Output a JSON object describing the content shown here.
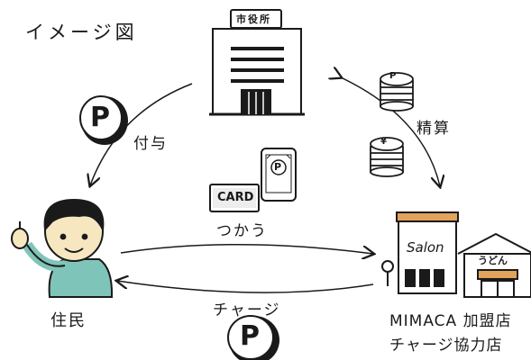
{
  "title": "イメージ図",
  "nodes": {
    "city_hall": {
      "sign": "市役所"
    },
    "resident": {
      "label": "住民"
    },
    "store": {
      "label_line1": "MIMACA 加盟店",
      "label_line2": "チャージ協力店",
      "salon_sign": "Salon",
      "udon_sign": "うどん"
    }
  },
  "edges": {
    "grant": {
      "label": "付与"
    },
    "settle": {
      "label": "精算"
    },
    "use": {
      "label": "つかう"
    },
    "charge": {
      "label": "チャージ"
    }
  },
  "icons": {
    "card_text": "CARD",
    "point_symbol": "P",
    "yen_symbol": "¥"
  },
  "colors": {
    "ink": "#1a1a1a",
    "person_shirt": "#7fc4b8",
    "skin": "#f6e7c1",
    "roof": "#e3a35a",
    "awning": "#e3a35a",
    "coin_fill": "#ffffff"
  }
}
